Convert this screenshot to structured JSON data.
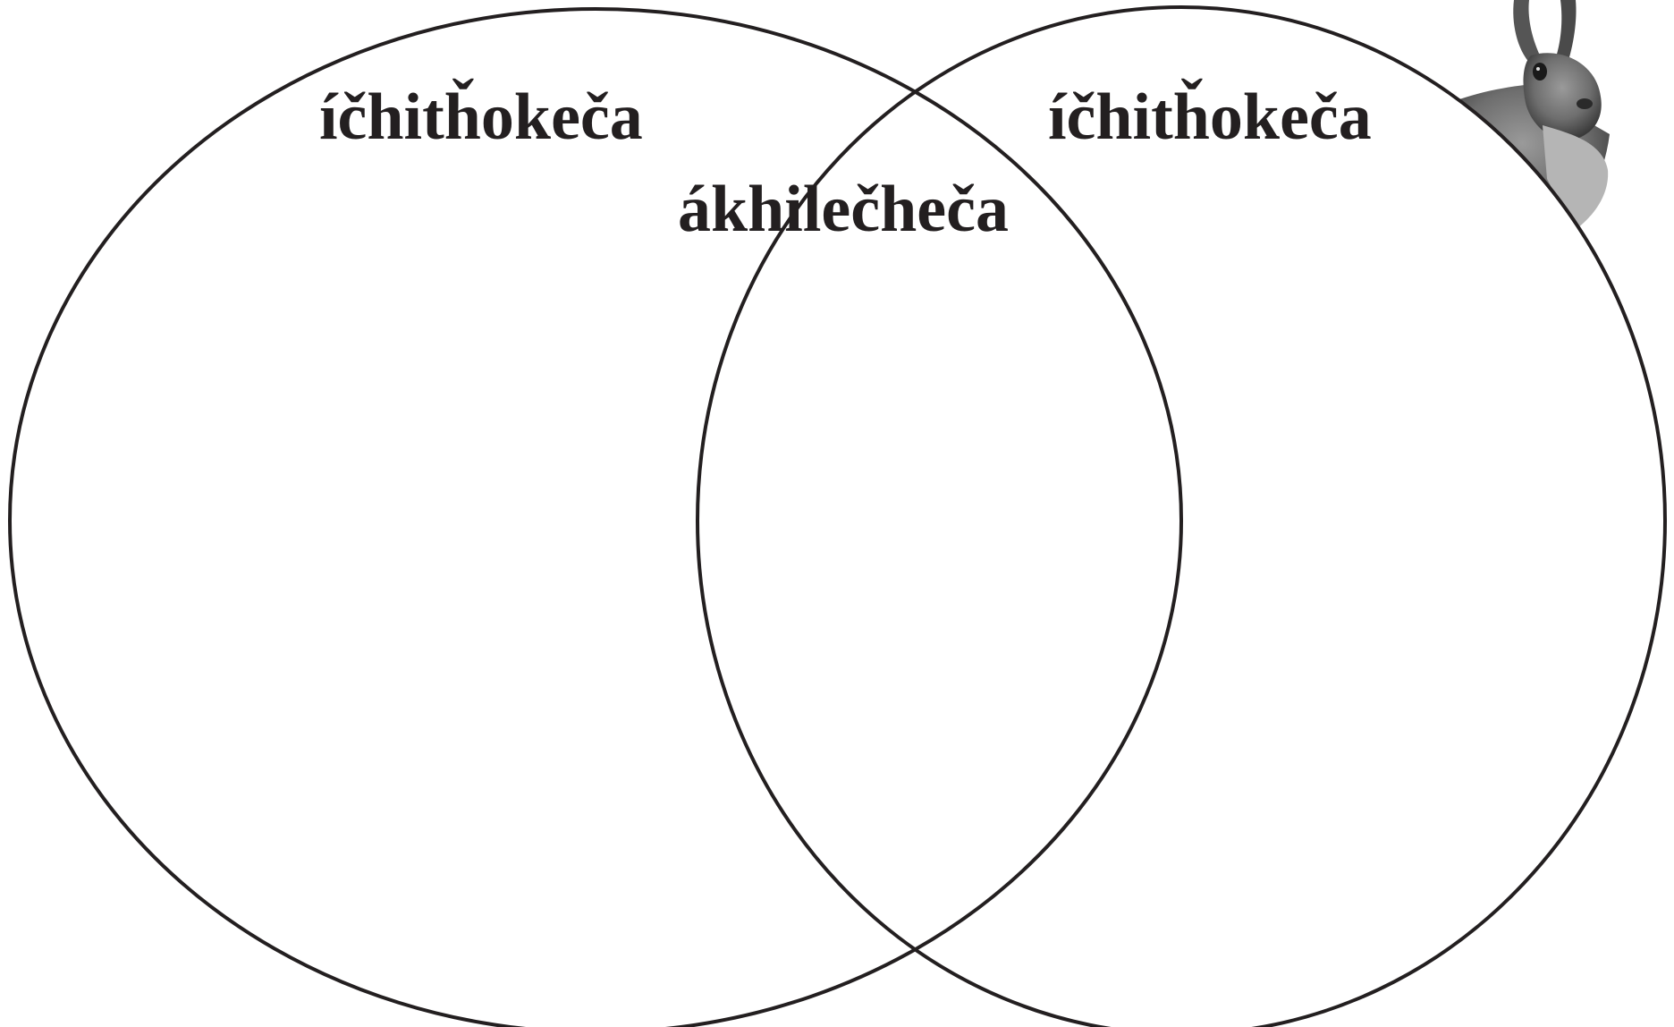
{
  "diagram": {
    "type": "venn",
    "left_label": "íčhitȟokeča",
    "overlap_label": "ákhilečheča",
    "right_label": "íčhitȟokeča",
    "stroke_color": "#231f20",
    "text_color": "#231f20",
    "background_color": "#ffffff",
    "decoration": "hare-illustration"
  }
}
